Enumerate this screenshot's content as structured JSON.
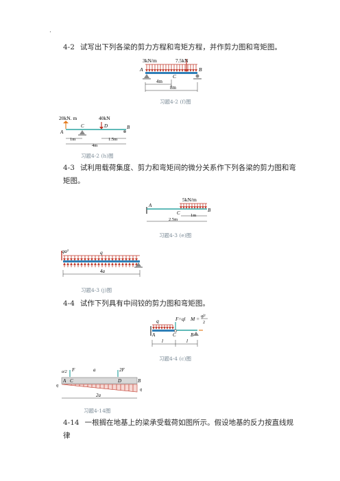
{
  "page": {
    "marker": "."
  },
  "p42": {
    "num": "4-2",
    "text": "试写出下列各梁的剪力方程和弯矩方程，并作剪力图和弯矩图。"
  },
  "fig1": {
    "load_q": "3kN/m",
    "load_P": "7.5kN",
    "lbl_A": "A",
    "lbl_B": "B",
    "lbl_C": "C",
    "dim1": "4m",
    "dim2": "8m",
    "caption": "习题4-2 (f)图"
  },
  "fig2": {
    "moment": "20kN. m",
    "force": "40kN",
    "lbl_A": "A",
    "lbl_B": "B",
    "lbl_C": "C",
    "lbl_D": "D",
    "dim1": "1m",
    "dim2": "1.5m",
    "dim3": "4m",
    "caption": "习题4-2 (h)图"
  },
  "p43": {
    "num": "4-3",
    "text": "试利用载荷集度、剪力和弯矩间的微分关系作下列各梁的剪力图和弯矩图。"
  },
  "fig3": {
    "load_q": "5kN/m",
    "lbl_A": "A",
    "lbl_B": "B",
    "lbl_C": "C",
    "dim1": "1m",
    "dim2": "2.5m",
    "caption": "习题4-3 (e)图"
  },
  "fig4": {
    "moment": "qa²",
    "load_q": "q",
    "dim": "4a",
    "caption": "习题4-3 (j)图"
  },
  "p44": {
    "num": "4-4",
    "text": "试作下列具有中间铰的剪力图和弯矩图。"
  },
  "fig5": {
    "load_q": "q",
    "force": "F=ql",
    "moment_lhs": "M =",
    "moment_num": "ql²",
    "moment_den": "2",
    "lbl_A": "A",
    "lbl_B": "B",
    "lbl_C": "C",
    "dim1": "l",
    "dim2": "l",
    "caption": "习题4-4 (c)图"
  },
  "fig6": {
    "f1": "F",
    "f2": "2F",
    "lbl_A": "A",
    "lbl_B": "B",
    "lbl_C": "C",
    "lbl_D": "D",
    "dim_a": "a",
    "dim_a2": "a/2",
    "dim_2a": "2a",
    "q_left": "q",
    "q_right": "q",
    "caption": "习题4-14图"
  },
  "p414": {
    "num": "4-14",
    "text": "一根搁在地基上的梁承受载荷如图所示。假设地基的反力按直线规律"
  }
}
